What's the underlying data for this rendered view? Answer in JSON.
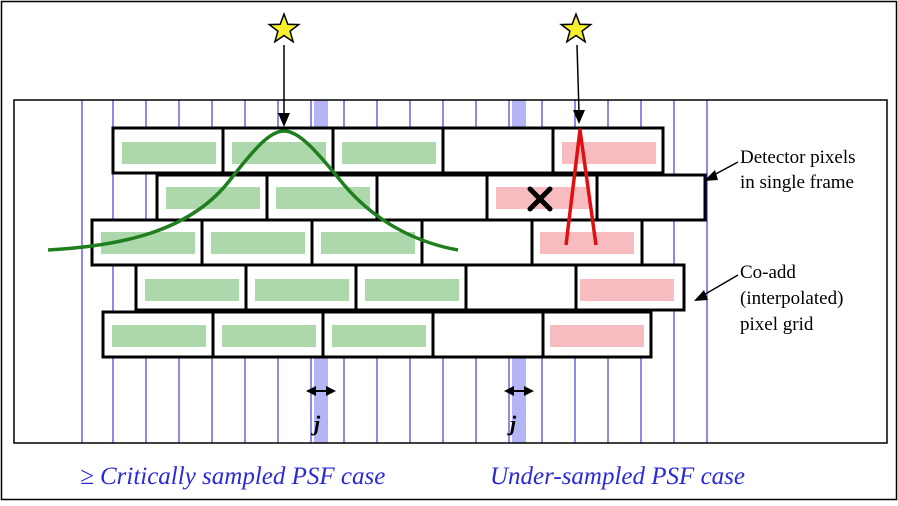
{
  "labels": {
    "detector_line1": "Detector pixels",
    "detector_line2": "in single frame",
    "coadd_line1": "Co-add",
    "coadd_line2": "(interpolated)",
    "coadd_line3": "pixel grid",
    "jitter_left": "j",
    "jitter_right": "j"
  },
  "captions": {
    "left": "≥ Critically sampled PSF case",
    "right": "Under-sampled PSF case"
  },
  "icons": {
    "star_left": "star-icon",
    "star_right": "star-icon",
    "reject_mark": "x-mark-icon"
  },
  "colors": {
    "grid_line": "#1a1ad0",
    "highlight_column": "#9a9cf0",
    "good_pixel": "#a9d6a8",
    "bad_pixel": "#f8b8bc",
    "psf_wide": "#1f7f1f",
    "psf_narrow": "#e01010",
    "caption": "#2a2ad6",
    "star_fill": "#f7f02a"
  }
}
